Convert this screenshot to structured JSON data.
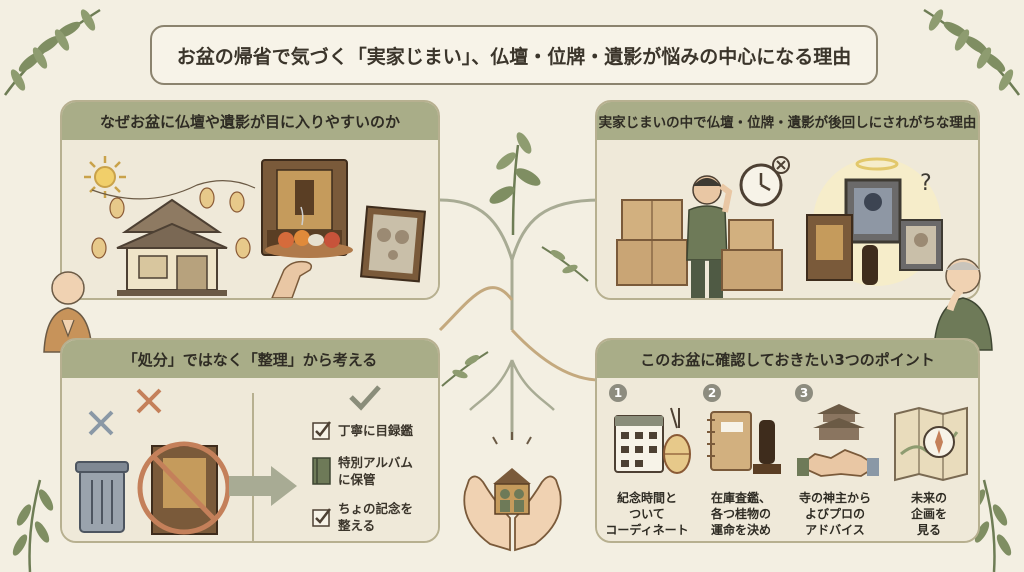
{
  "title": "お盆の帰省で気づく「実家じまい」、仏壇・位牌・遺影が悩みの中心になる理由",
  "panels": {
    "why_visible": {
      "heading": "なぜお盆に仏壇や遺影が目に入りやすいのか"
    },
    "why_postponed": {
      "heading": "実家じまいの中で仏壇・位牌・遺影が後回しにされがちな理由"
    },
    "organize": {
      "heading": "「処分」ではなく「整理」から考える",
      "checks": [
        {
          "label": "丁寧に目録鑑"
        },
        {
          "label": "特別アルバム\nに保管"
        },
        {
          "label": "ちょの記念を\n整える"
        }
      ]
    },
    "points": {
      "heading": "このお盆に確認しておきたい3つのポイント",
      "items": [
        {
          "num": "1",
          "label": "紀念時間と\nついて\nコーディネート"
        },
        {
          "num": "2",
          "label": "在庫査鑑、\n各つ桂物の\n運命を決め"
        },
        {
          "num": "3",
          "label": "寺の神主から\nよびプロの\nアドバイス"
        },
        {
          "num": "",
          "label": "未来の\n企画を\n見る"
        }
      ]
    }
  },
  "colors": {
    "background": "#f3efe2",
    "panel_header": "#a9ad88",
    "wood": "#7a5a3a",
    "cardboard": "#c9a575",
    "leaf": "#6e7d55"
  }
}
